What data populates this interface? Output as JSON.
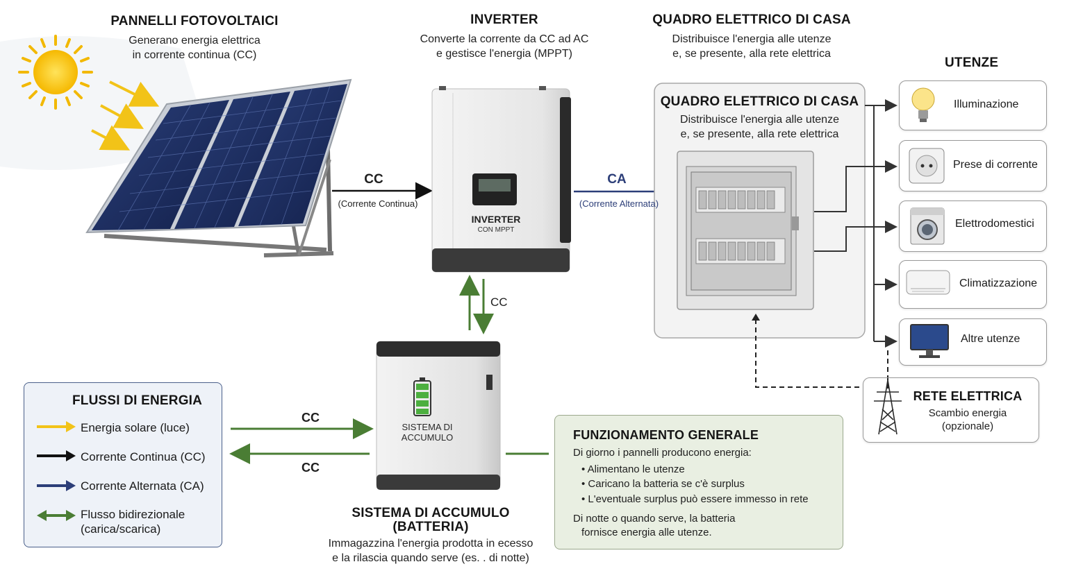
{
  "panels": {
    "title": "PANNELLI FOTOVOLTAICI",
    "desc1": "Generano energia elettrica",
    "desc2": "in corrente continua (CC)"
  },
  "inverter": {
    "title": "INVERTER",
    "desc1": "Converte la corrente da CC ad AC",
    "desc2": "e gestisce l'energia (MPPT)",
    "device_label": "INVERTER",
    "device_sub": "CON MPPT"
  },
  "quadro_top": {
    "title": "QUADRO ELETTRICO DI CASA",
    "desc1": "Distribuisce l'energia alle utenze",
    "desc2": "e, se presente, alla rete elettrica"
  },
  "quadro_box": {
    "title": "QUADRO ELETTRICO DI CASA",
    "desc1": "Distribuisce l'energia alle utenze",
    "desc2": "e, se presente, alla rete elettrica"
  },
  "flows": {
    "cc_label": "CC",
    "cc_sub": "(Corrente Continua)",
    "ca_label": "CA",
    "ca_sub": "(Corrente Alternata)",
    "cc_vertical": "CC",
    "cc_in": "CC",
    "cc_out": "CC"
  },
  "utenze": {
    "header": "UTENZE",
    "items": [
      {
        "label": "Illuminazione",
        "icon": "light-bulb-icon"
      },
      {
        "label": "Prese di corrente",
        "icon": "socket-icon"
      },
      {
        "label": "Elettrodomestici",
        "icon": "washing-machine-icon"
      },
      {
        "label": "Climatizzazione",
        "icon": "air-conditioner-icon"
      },
      {
        "label": "Altre utenze",
        "icon": "monitor-icon"
      }
    ]
  },
  "rete": {
    "title": "RETE ELETTRICA",
    "desc1": "Scambio energia",
    "desc2": "(opzionale)"
  },
  "legend": {
    "title": "FLUSSI DI ENERGIA",
    "items": [
      {
        "label": "Energia solare (luce)",
        "color": "#f2c318"
      },
      {
        "label": "Corrente Continua (CC)",
        "color": "#111111"
      },
      {
        "label": "Corrente Alternata (CA)",
        "color": "#2c3e78"
      },
      {
        "label": "Flusso bidirezionale",
        "label2": "(carica/scarica)",
        "color": "#4a7d34"
      }
    ]
  },
  "battery": {
    "device_label1": "SISTEMA DI",
    "device_label2": "ACCUMULO",
    "title1": "SISTEMA DI ACCUMULO",
    "title2": "(BATTERIA)",
    "desc1": "Immagazzina l'energia prodotta in ecesso",
    "desc2": "e la rilascia quando serve (es. . di notte)"
  },
  "funzionamento": {
    "title": "FUNZIONAMENTO GENERALE",
    "intro": "Di giorno i pannelli producono energia:",
    "bullets": [
      "Alimentano le utenze",
      "Caricano la batteria se c'è surplus",
      "L'eventuale surplus può essere immesso in rete"
    ],
    "night1": "Di notte o quando serve, la batteria",
    "night2": "fornisce energia alle utenze."
  },
  "colors": {
    "solar": "#f2c318",
    "dc": "#111111",
    "ac": "#2c3e78",
    "bidir": "#4a7d34",
    "legend_bg": "#eef2f8",
    "info_bg": "#e9efe2"
  }
}
